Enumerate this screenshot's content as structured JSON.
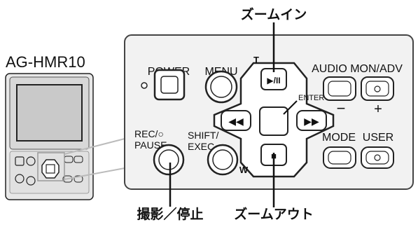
{
  "callouts": {
    "zoom_in": "ズームイン",
    "zoom_out": "ズームアウト",
    "record_pause": "撮影／停止"
  },
  "device": {
    "model": "AG-HMR10"
  },
  "panel": {
    "power": "POWER",
    "menu": "MENU",
    "audio_mon_adv": "AUDIO MON/ADV",
    "minus": "−",
    "plus": "+",
    "tele": "T",
    "wide": "W",
    "enter": "ENTER",
    "play_pause": "▶/II",
    "rewind": "◀◀",
    "fast_forward": "▶▶",
    "stop": "■",
    "rec_line1": "REC/○",
    "rec_line2": "PAUSE",
    "shift_line1": "SHIFT/",
    "shift_line2": "EXEC",
    "mode": "MODE",
    "user": "USER"
  }
}
